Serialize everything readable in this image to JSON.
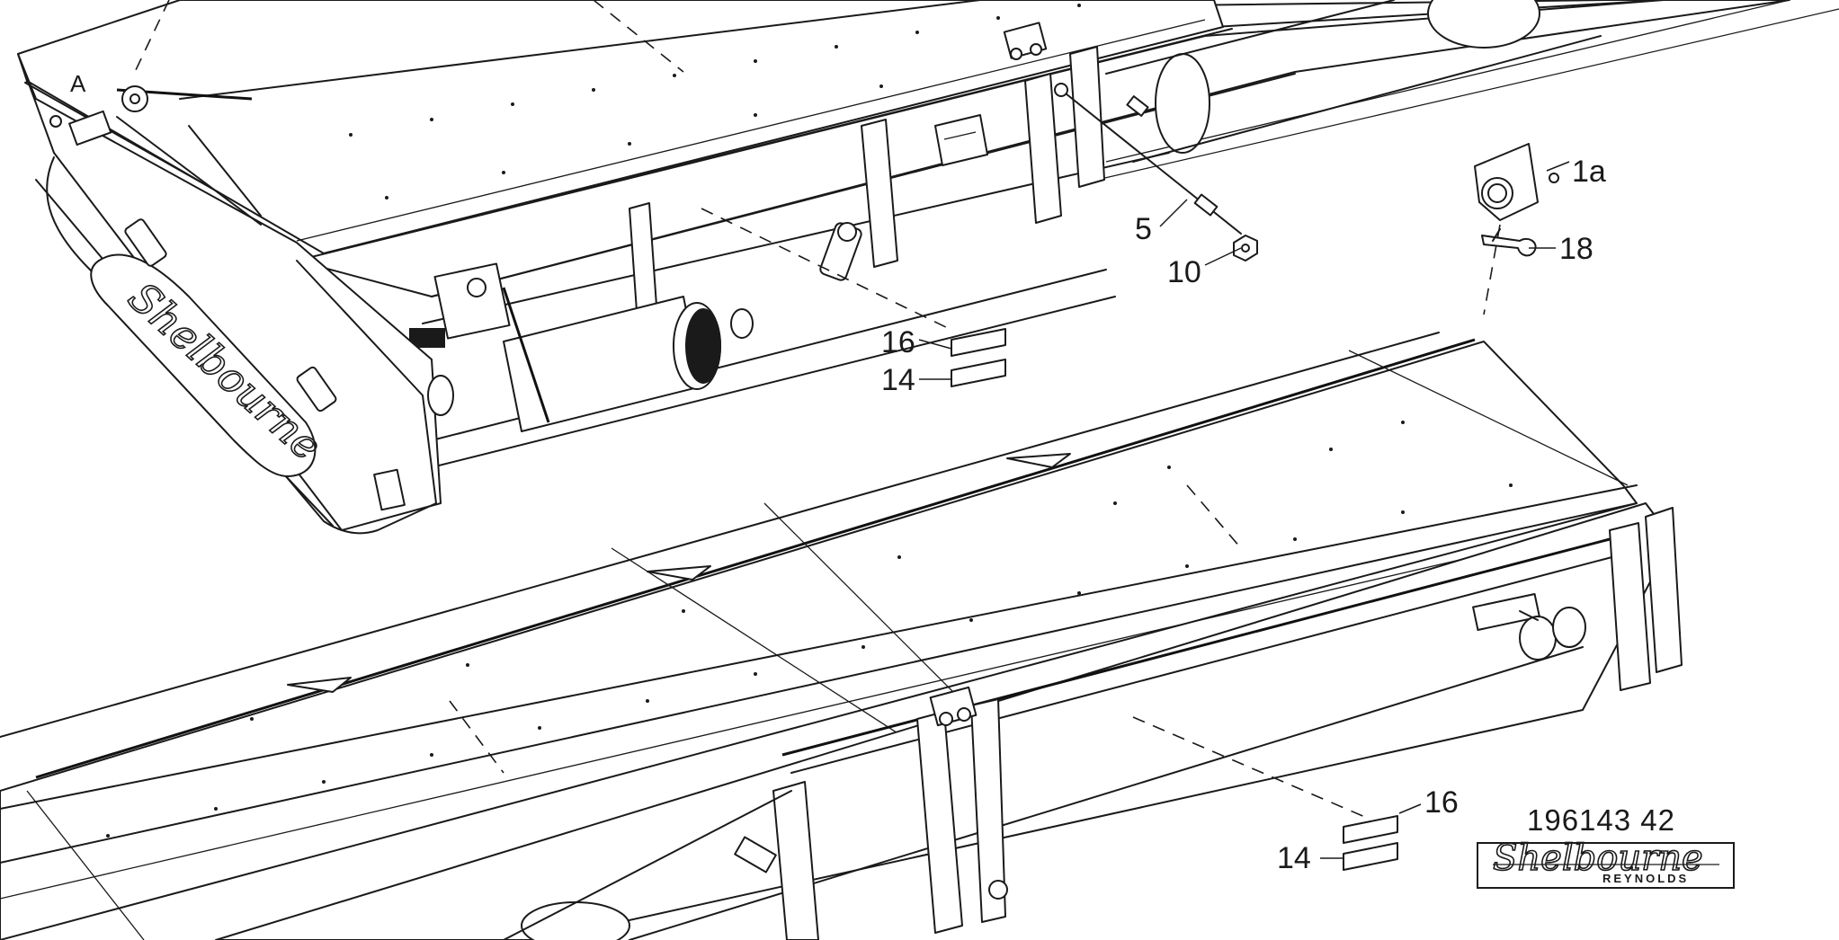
{
  "diagram": {
    "view_label": "A",
    "document_number": "196143 42",
    "brand": {
      "script_name": "Shelbourne",
      "sub_name": "REYNOLDS",
      "machine_script": "Shelbourne"
    },
    "callouts": {
      "c_1a": "1a",
      "c_18": "18",
      "c_5": "5",
      "c_10": "10",
      "c_16_upper": "16",
      "c_14_upper": "14",
      "c_16_lower": "16",
      "c_14_lower": "14"
    },
    "icons": [
      "decal-16",
      "decal-14",
      "lamp-assembly",
      "bracket-18",
      "bolt-10",
      "rod-5"
    ]
  }
}
